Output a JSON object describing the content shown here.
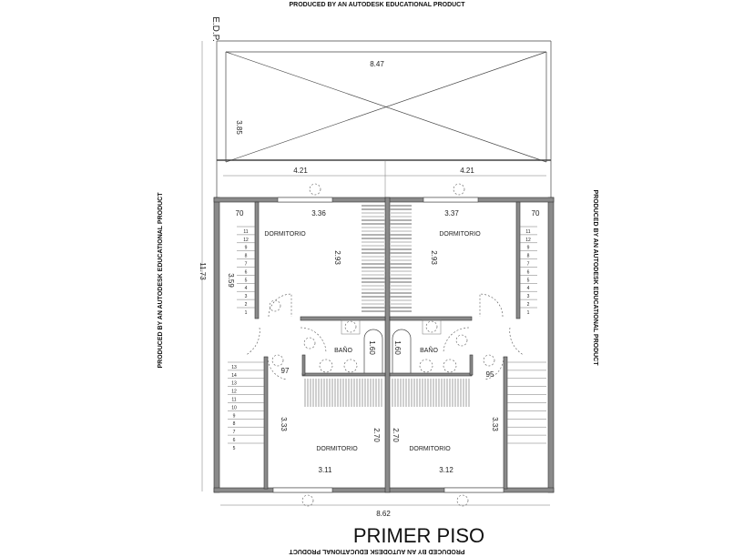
{
  "watermark": "PRODUCED BY AN AUTODESK EDUCATIONAL PRODUCT",
  "edp_label": "E.D.P.",
  "title": "PRIMER PISO",
  "dimensions": {
    "roof_width": "8.47",
    "roof_depth": "3.85",
    "half_left": "4.21",
    "half_right": "4.21",
    "total_depth": "11.73",
    "total_width": "8.62",
    "stair_depth": "3.59"
  },
  "rooms": {
    "upper_left": {
      "label": "DORMITORIO",
      "width": "3.36",
      "depth": "2.93",
      "stair_width": "70"
    },
    "upper_right": {
      "label": "DORMITORIO",
      "width": "3.37",
      "depth": "2.93",
      "stair_width": "70"
    },
    "bath_left": {
      "label": "BAÑO",
      "dim": "1.60",
      "door": "97"
    },
    "bath_right": {
      "label": "BAÑO",
      "dim": "1.60",
      "door": "95"
    },
    "lower_left": {
      "label": "DORMITORIO",
      "width": "3.11",
      "depth": "3.33",
      "inner": "2.70"
    },
    "lower_right": {
      "label": "DORMITORIO",
      "width": "3.12",
      "depth": "3.33",
      "inner": "2.70"
    }
  },
  "stair_upper": [
    "11",
    "12",
    "9",
    "8",
    "7",
    "6",
    "5",
    "4",
    "3",
    "2",
    "1"
  ],
  "stair_lower": [
    "13",
    "14",
    "13",
    "12",
    "11",
    "10",
    "9",
    "8",
    "7",
    "6",
    "5"
  ]
}
